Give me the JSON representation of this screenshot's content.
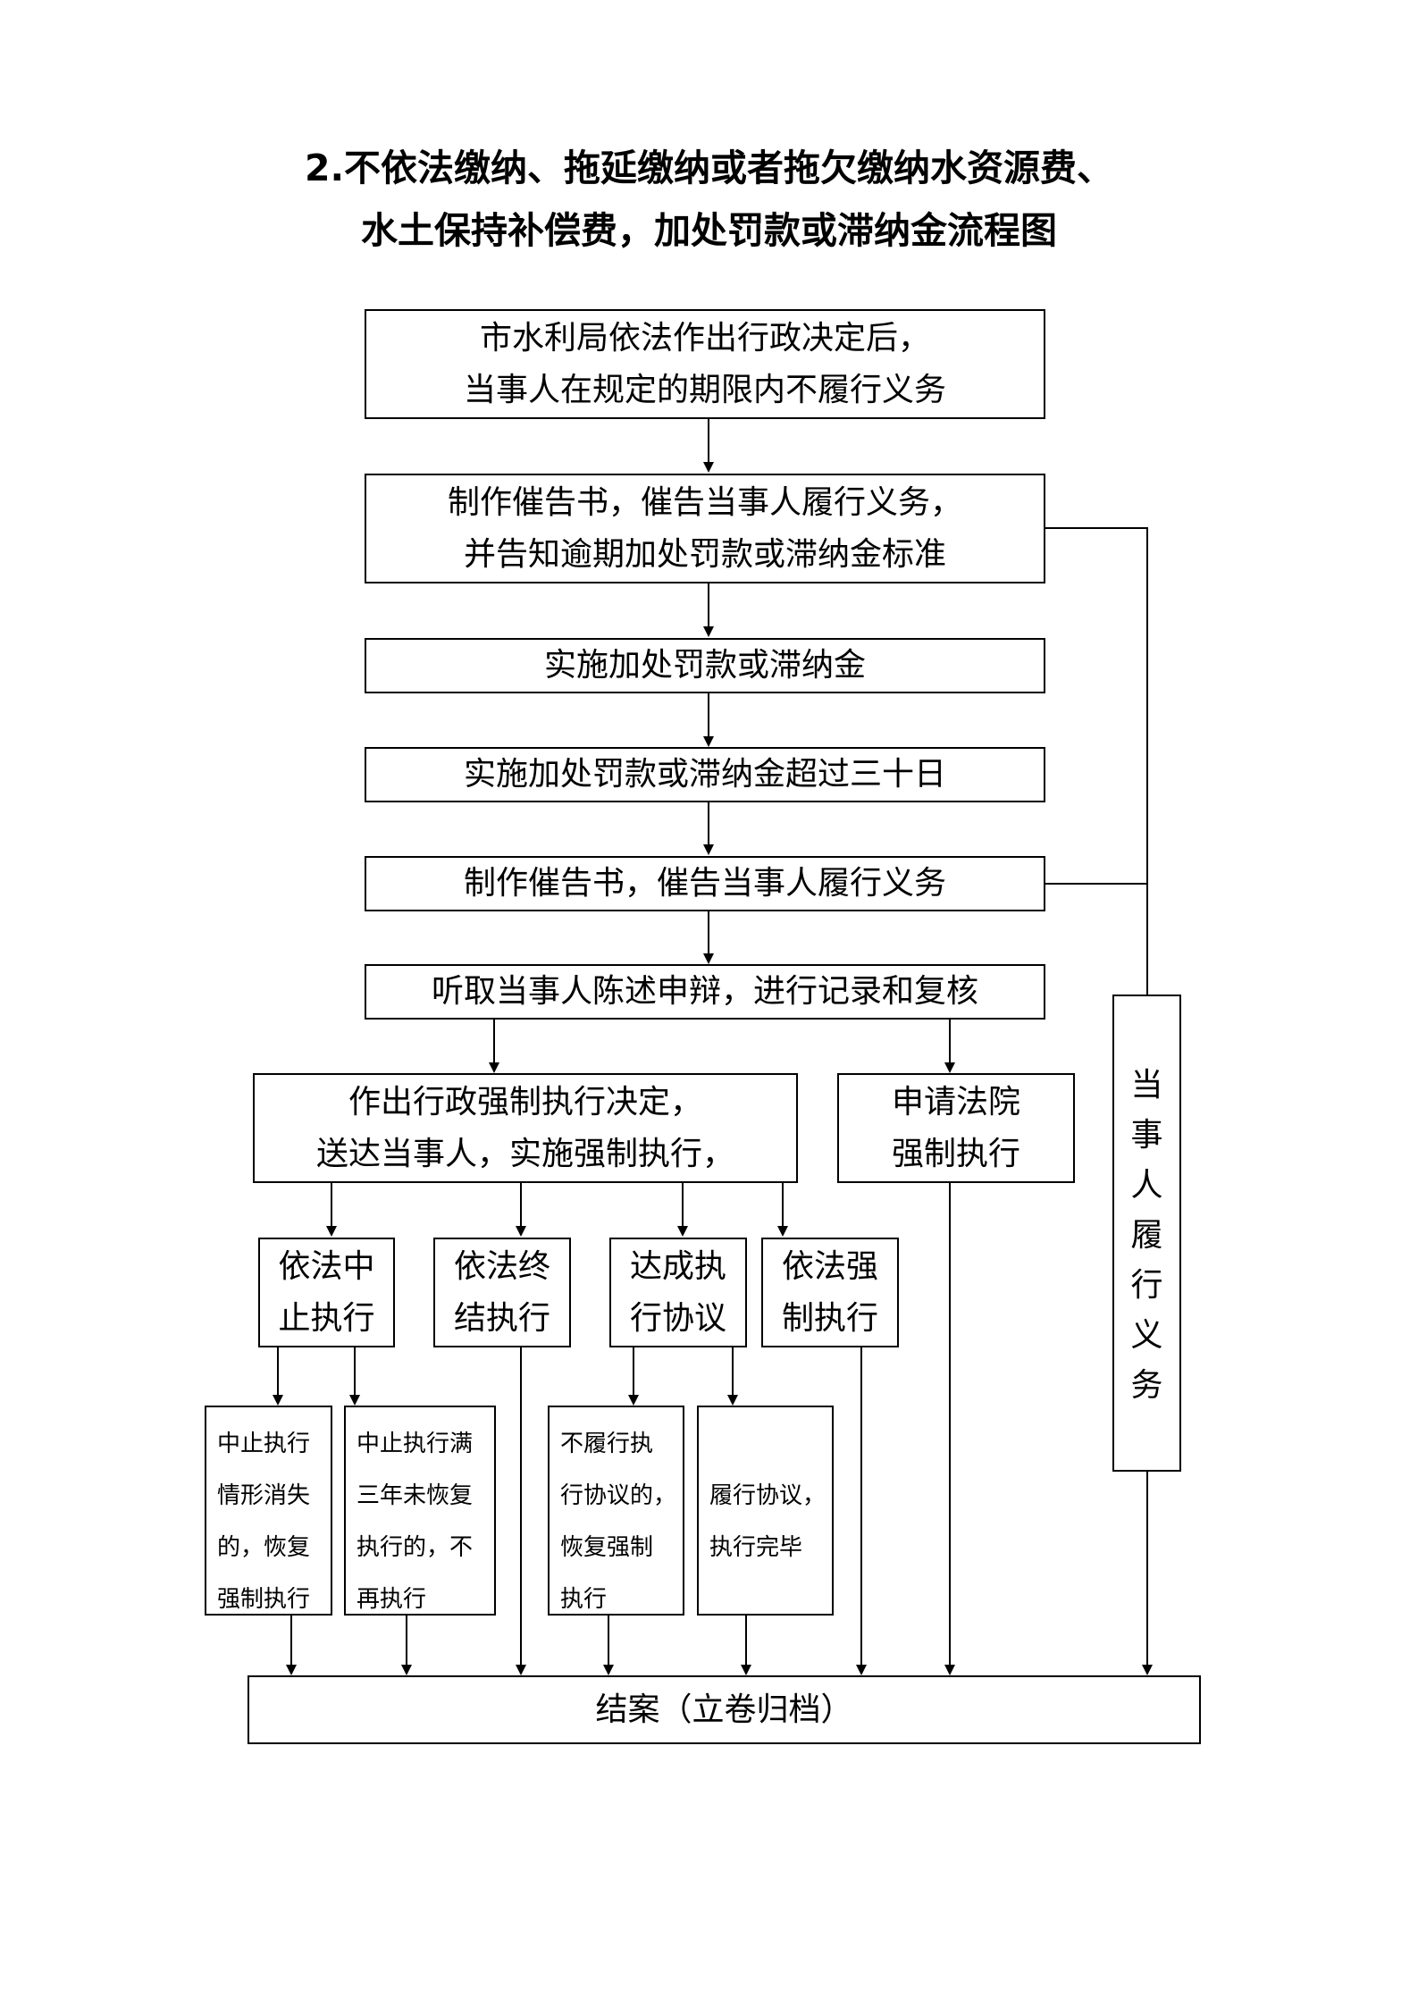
{
  "title": {
    "line1": "2.不依法缴纳、拖延缴纳或者拖欠缴纳水资源费、",
    "line2": "水土保持补偿费，加处罚款或滞纳金流程图"
  },
  "steps": {
    "step1": {
      "line1": "市水利局依法作出行政决定后，",
      "line2": "当事人在规定的期限内不履行义务"
    },
    "step2": {
      "line1": "制作催告书，催告当事人履行义务，",
      "line2": "并告知逾期加处罚款或滞纳金标准"
    },
    "step3": {
      "text": "实施加处罚款或滞纳金"
    },
    "step4": {
      "text": "实施加处罚款或滞纳金超过三十日"
    },
    "step5": {
      "text": "制作催告书，催告当事人履行义务"
    },
    "step6": {
      "text": "听取当事人陈述申辩，进行记录和复核"
    },
    "admin_enforce": {
      "line1": "作出行政强制执行决定，",
      "line2": "送达当事人，实施强制执行，"
    },
    "court": {
      "line1": "申请法院",
      "line2": "强制执行"
    },
    "fulfill": {
      "chars": [
        "当",
        "事",
        "人",
        "履",
        "行",
        "义",
        "务"
      ]
    }
  },
  "branches": {
    "suspend": {
      "line1": "依法中",
      "line2": "止执行"
    },
    "terminate": {
      "line1": "依法终",
      "line2": "结执行"
    },
    "agreement": {
      "line1": "达成执",
      "line2": "行协议"
    },
    "force": {
      "line1": "依法强",
      "line2": "制执行"
    }
  },
  "outcomes": {
    "resume": {
      "lines": [
        "中止执行",
        "情形消失",
        "的，恢复",
        "强制执行"
      ]
    },
    "three_years": {
      "lines": [
        "中止执行满",
        "三年未恢复",
        "执行的，不",
        "再执行"
      ]
    },
    "breach": {
      "lines": [
        "不履行执",
        "行协议的，",
        "恢复强制",
        "执行"
      ]
    },
    "done": {
      "lines": [
        "履行协议，",
        "执行完毕"
      ]
    }
  },
  "final": {
    "text": "结案（立卷归档）"
  }
}
